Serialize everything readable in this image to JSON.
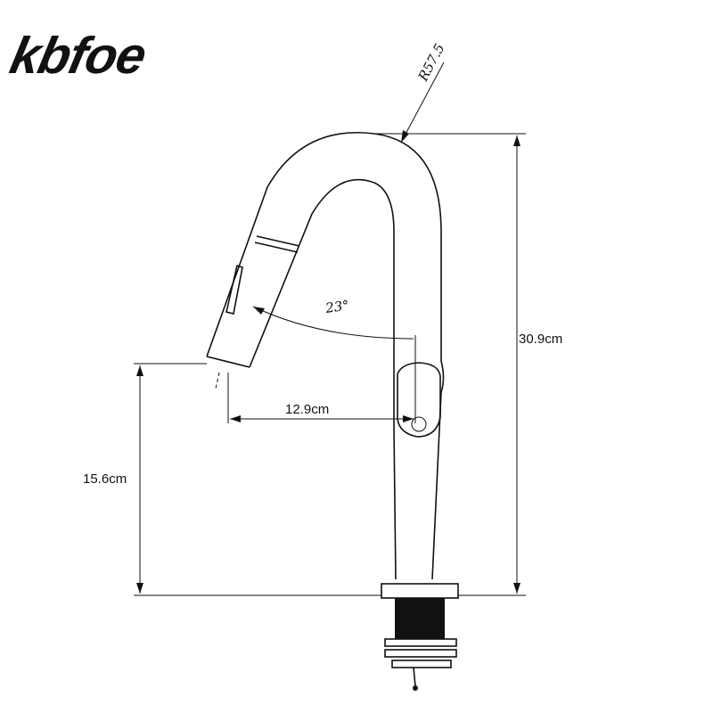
{
  "brand": {
    "logo_text": "kbfoe"
  },
  "dimensions": {
    "height_total": "30.9cm",
    "spout_height": "15.6cm",
    "reach": "12.9cm",
    "bend_radius": "R57.5",
    "angle": "23°"
  },
  "colors": {
    "ink": "#111111",
    "background": "#ffffff"
  }
}
